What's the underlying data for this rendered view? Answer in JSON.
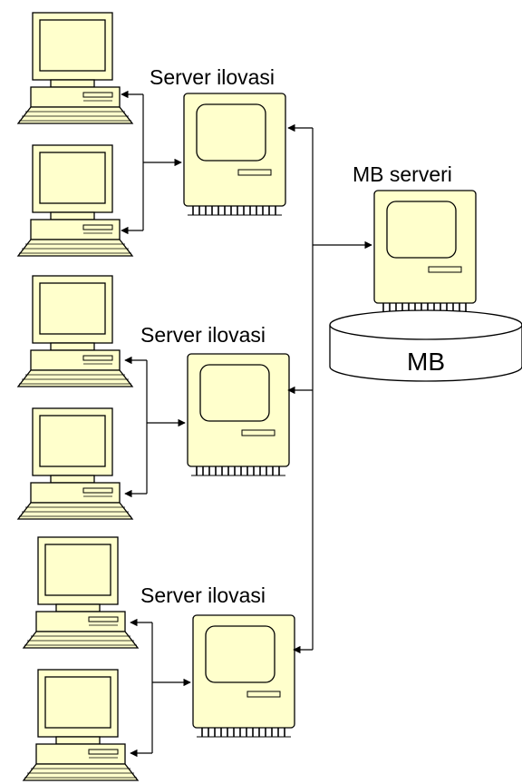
{
  "colors": {
    "device_fill": "#ffffcc",
    "outline": "#000000",
    "background": "#ffffff"
  },
  "icons": {
    "client": "desktop-computer-icon",
    "app_server": "mac-server-icon",
    "db_server": "mac-server-icon",
    "database": "database-cylinder-icon"
  },
  "app_servers": [
    {
      "label": "Server ilovasi"
    },
    {
      "label": "Server ilovasi"
    },
    {
      "label": "Server ilovasi"
    }
  ],
  "db_server": {
    "label": "MB serveri"
  },
  "database": {
    "label": "MB"
  }
}
